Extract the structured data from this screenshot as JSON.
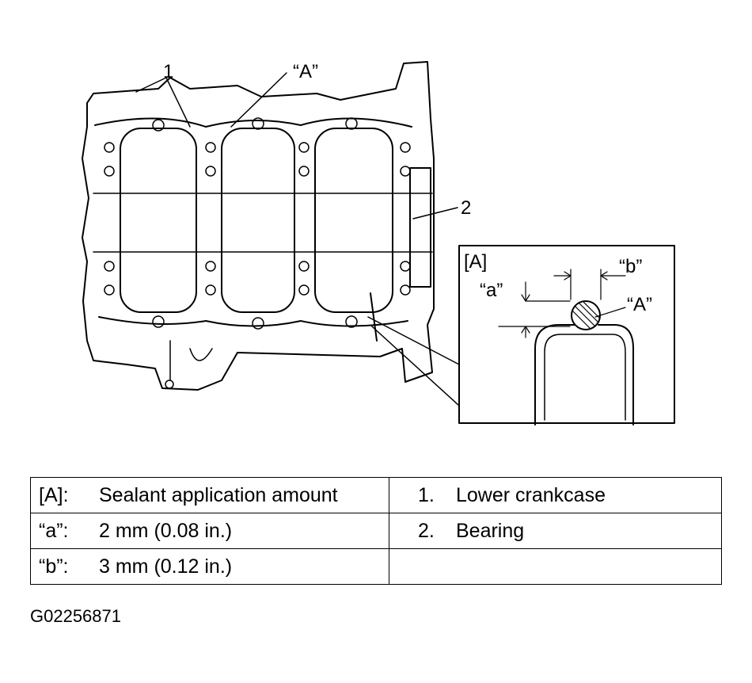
{
  "diagram": {
    "callouts": {
      "part_1": "1",
      "sealant_A": "“A”",
      "part_2": "2",
      "detail_box": "[A]",
      "dim_a": "“a”",
      "dim_b": "“b”",
      "detail_sealant_A": "“A”"
    }
  },
  "legend": {
    "rows": [
      {
        "key": "[A]:",
        "text": "Sealant application amount",
        "num": "1.",
        "part": "Lower crankcase"
      },
      {
        "key": "“a”:",
        "text": "2 mm (0.08 in.)",
        "num": "2.",
        "part": "Bearing"
      },
      {
        "key": "“b”:",
        "text": "3 mm (0.12 in.)",
        "num": "",
        "part": ""
      }
    ]
  },
  "figure_code": "G02256871"
}
